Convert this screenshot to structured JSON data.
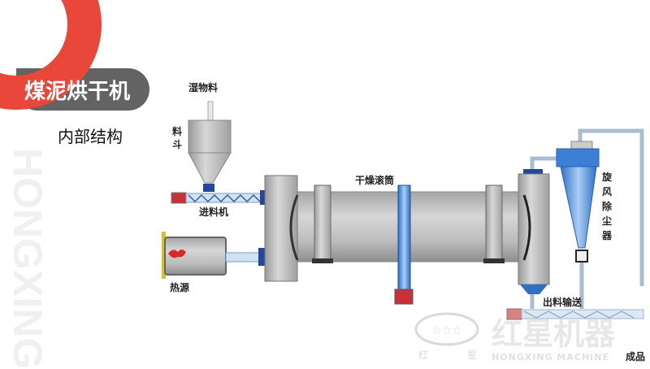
{
  "watermark_vertical": "HONGXING",
  "header": {
    "title": "煤泥烘干机",
    "subtitle": "内部结构"
  },
  "diagram": {
    "labels": {
      "wet_material": "湿物料",
      "hopper": [
        "料",
        "斗"
      ],
      "feeder": "进料机",
      "heat_source": "热源",
      "drum": "干燥滚筒",
      "cyclone": [
        "旋",
        "风",
        "除",
        "尘",
        "器"
      ],
      "discharge": "出料输送",
      "product": "成品"
    },
    "brand_watermark": {
      "cn": "红星机器",
      "small": [
        "红",
        "星"
      ],
      "en": "HONGXING MACHINE"
    }
  },
  "colors": {
    "accent": "#e8473a",
    "title_bar": "#636363",
    "pipe_blue": "#3b7fd6",
    "motor_red": "#c8313a"
  }
}
